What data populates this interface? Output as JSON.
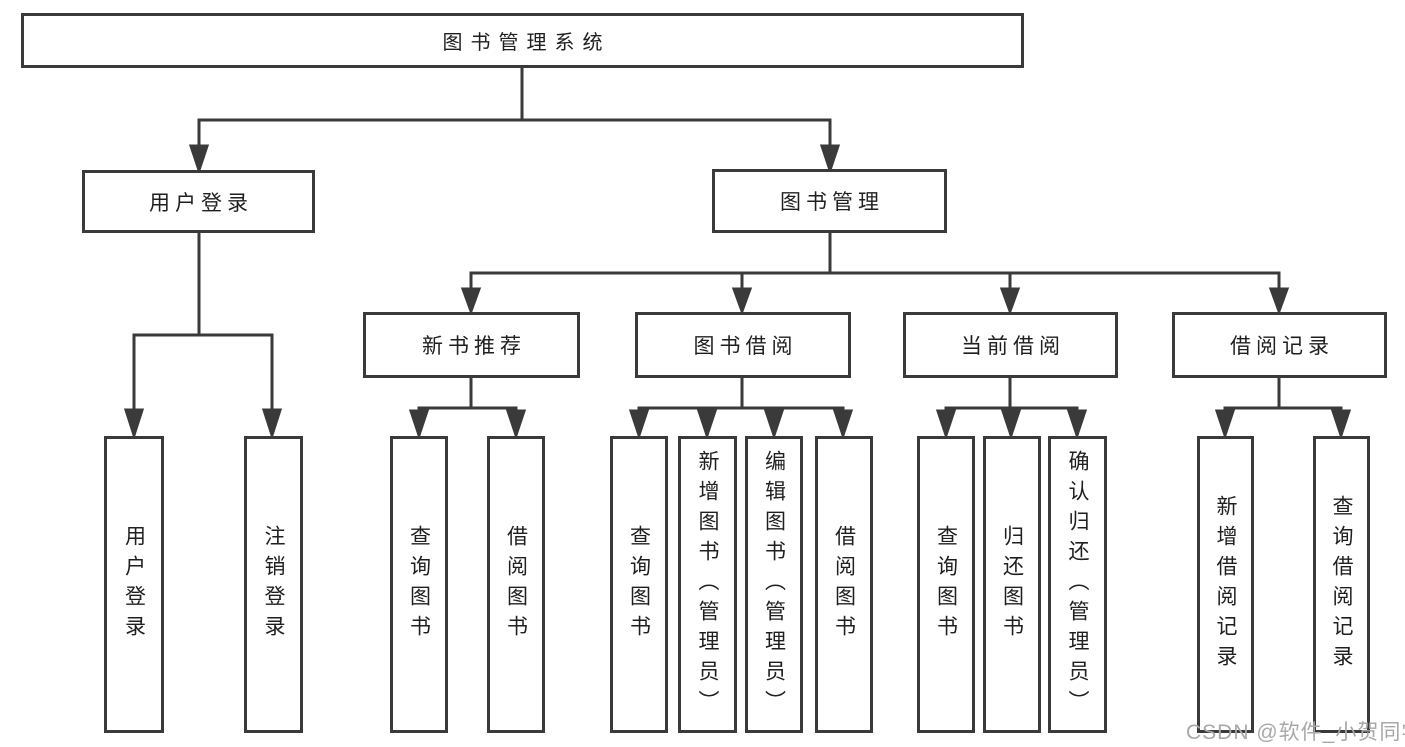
{
  "diagram": {
    "root": {
      "label": "图书管理系统"
    },
    "branches": [
      {
        "label": "用户登录",
        "children": [
          {
            "label": "用户登录"
          },
          {
            "label": "注销登录"
          }
        ]
      },
      {
        "label": "图书管理",
        "children": [
          {
            "label": "新书推荐",
            "children": [
              {
                "label": "查询图书"
              },
              {
                "label": "借阅图书"
              }
            ]
          },
          {
            "label": "图书借阅",
            "children": [
              {
                "label": "查询图书"
              },
              {
                "label": "新增图书（管理员）"
              },
              {
                "label": "编辑图书（管理员）"
              },
              {
                "label": "借阅图书"
              }
            ]
          },
          {
            "label": "当前借阅",
            "children": [
              {
                "label": "查询图书"
              },
              {
                "label": "归还图书"
              },
              {
                "label": "确认归还（管理员）"
              }
            ]
          },
          {
            "label": "借阅记录",
            "children": [
              {
                "label": "新增借阅记录"
              },
              {
                "label": "查询借阅记录"
              }
            ]
          }
        ]
      }
    ]
  },
  "watermark": {
    "text": "CSDN @软件_小贺同学",
    "color": "#a8a8a8"
  },
  "style": {
    "line_color": "#3a3a3a",
    "text_color": "#1f1f1f",
    "background": "#ffffff"
  }
}
